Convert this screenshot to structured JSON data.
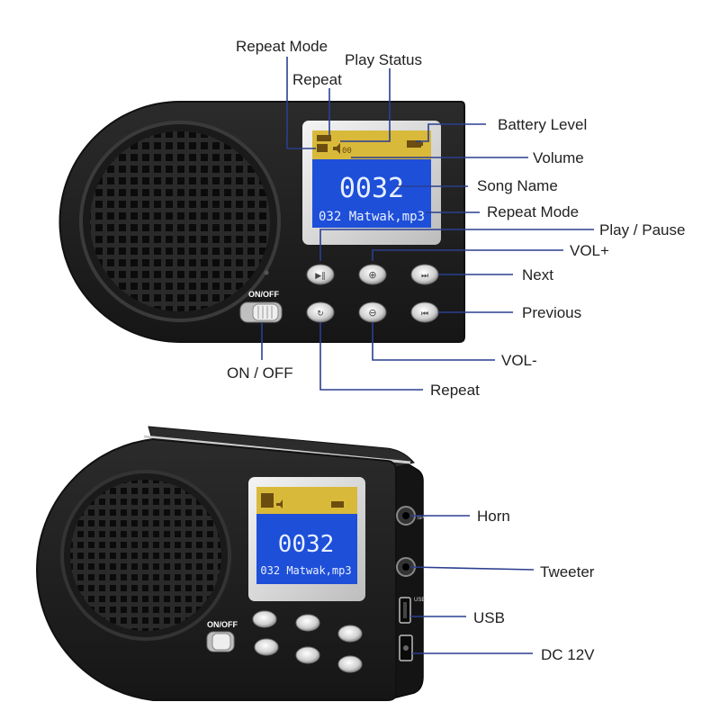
{
  "front_device": {
    "lcd_number": "0032",
    "lcd_song": "032 Matwak,mp3",
    "switch_label": "ON/OFF"
  },
  "side_device": {
    "lcd_number": "0032",
    "lcd_song": "032 Matwak,mp3",
    "switch_label": "ON/OFF"
  },
  "labels": {
    "repeat_mode_top": "Repeat Mode",
    "play_status": "Play Status",
    "repeat_top": "Repeat",
    "battery_level": "Battery Level",
    "volume": "Volume",
    "song_name": "Song Name",
    "repeat_mode_right": "Repeat Mode",
    "play_pause": "Play / Pause",
    "vol_plus": "VOL+",
    "next": "Next",
    "previous": "Previous",
    "vol_minus": "VOL-",
    "on_off": "ON / OFF",
    "repeat_bottom": "Repeat",
    "horn": "Horn",
    "tweeter": "Tweeter",
    "usb": "USB",
    "dc": "DC 12V"
  },
  "colors": {
    "body": "#1f1f1f",
    "lcd_blue": "#1e4fd8",
    "lcd_yellow": "#d9b93a",
    "leader_line": "#2a3f8f"
  }
}
